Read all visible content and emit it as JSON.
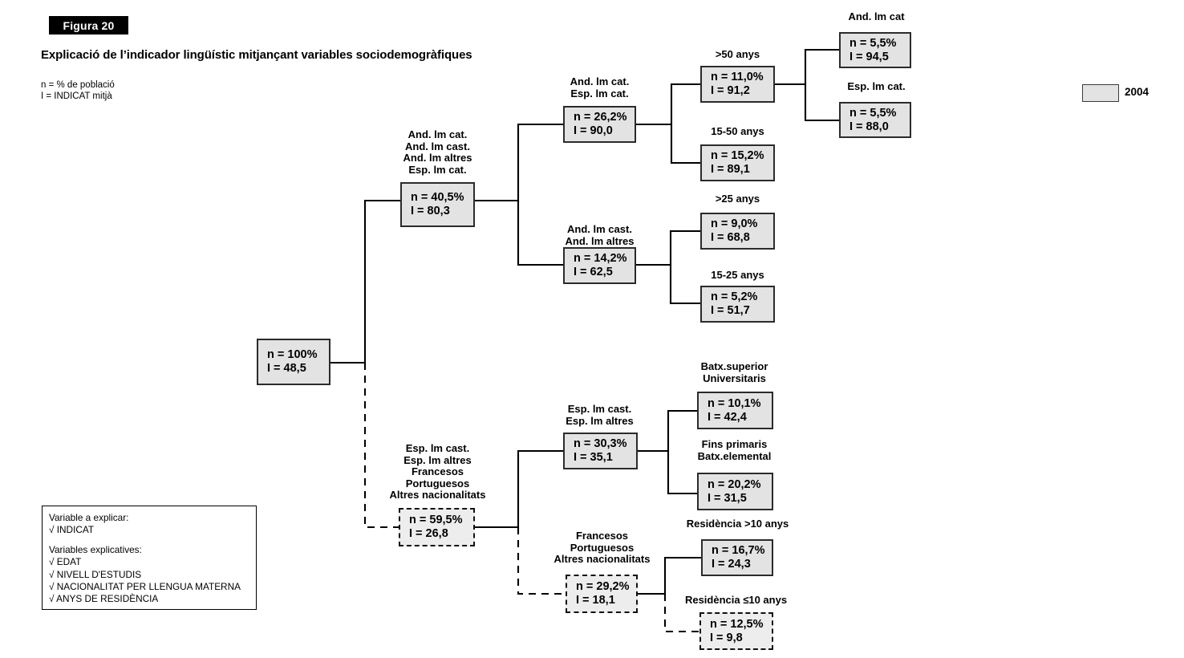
{
  "header": {
    "figure_tag": "Figura 20",
    "title": "Explicació de l’indicador lingüístic mitjançant variables sociodemogràfiques",
    "note_line1": "n = % de població",
    "note_line2": "I = INDICAT mitjà"
  },
  "year_key": {
    "label": "2004",
    "swatch_color": "#e3e3e3"
  },
  "variables_box": {
    "target_heading": "Variable a explicar:",
    "target_items": [
      "√ INDICAT"
    ],
    "explanatory_heading": "Variables explicatives:",
    "explanatory_items": [
      "√ EDAT",
      "√ NIVELL D'ESTUDIS",
      "√ NACIONALITAT PER LLENGUA MATERNA",
      "√ ANYS DE RESIDÈNCIA"
    ]
  },
  "chart_data": {
    "type": "diagram",
    "title": "Explicació de l’indicador lingüístic mitjançant variables sociodemogràfiques",
    "nodes": [
      {
        "id": "root",
        "label": "",
        "n": "n = 100%",
        "i": "I = 48,5",
        "style": "solid"
      },
      {
        "id": "a",
        "label": "And. lm cat.\nAnd. lm cast.\nAnd. lm altres\nEsp. lm cat.",
        "n": "n = 40,5%",
        "i": "I = 80,3",
        "style": "solid"
      },
      {
        "id": "a1",
        "label": "And. lm cat.\nEsp. lm cat.",
        "n": "n = 26,2%",
        "i": "I = 90,0",
        "style": "solid"
      },
      {
        "id": "a1a",
        "label": ">50 anys",
        "n": "n = 11,0%",
        "i": "I = 91,2",
        "style": "solid"
      },
      {
        "id": "a1a1",
        "label": "And. lm cat",
        "n": "n = 5,5%",
        "i": "I = 94,5",
        "style": "solid"
      },
      {
        "id": "a1a2",
        "label": "Esp. lm cat.",
        "n": "n = 5,5%",
        "i": "I = 88,0",
        "style": "solid"
      },
      {
        "id": "a1b",
        "label": "15-50 anys",
        "n": "n = 15,2%",
        "i": "I = 89,1",
        "style": "solid"
      },
      {
        "id": "a2",
        "label": "And. lm cast.\nAnd. lm altres",
        "n": "n = 14,2%",
        "i": "I = 62,5",
        "style": "solid"
      },
      {
        "id": "a2a",
        "label": ">25 anys",
        "n": "n = 9,0%",
        "i": "I = 68,8",
        "style": "solid"
      },
      {
        "id": "a2b",
        "label": "15-25 anys",
        "n": "n = 5,2%",
        "i": "I = 51,7",
        "style": "solid"
      },
      {
        "id": "b",
        "label": "Esp. lm cast.\nEsp. lm altres\nFrancesos\nPortuguesos\nAltres nacionalitats",
        "n": "n = 59,5%",
        "i": "I = 26,8",
        "style": "dashed"
      },
      {
        "id": "b1",
        "label": "Esp. lm cast.\nEsp. lm altres",
        "n": "n = 30,3%",
        "i": "I = 35,1",
        "style": "solid"
      },
      {
        "id": "b1a",
        "label": "Batx.superior\nUniversitaris",
        "n": "n = 10,1%",
        "i": "I = 42,4",
        "style": "solid"
      },
      {
        "id": "b1b",
        "label": "Fins primaris\nBatx.elemental",
        "n": "n = 20,2%",
        "i": "I = 31,5",
        "style": "solid"
      },
      {
        "id": "b2",
        "label": "Francesos\nPortuguesos\nAltres nacionalitats",
        "n": "n = 29,2%",
        "i": "I = 18,1",
        "style": "dashed"
      },
      {
        "id": "b2a",
        "label": "Residència >10 anys",
        "n": "n = 16,7%",
        "i": "I = 24,3",
        "style": "solid"
      },
      {
        "id": "b2b",
        "label": "Residència ≤10 anys",
        "n": "n = 12,5%",
        "i": "I = 9,8",
        "style": "dashed"
      }
    ],
    "edges": [
      {
        "from": "root",
        "to": "a",
        "style": "solid"
      },
      {
        "from": "root",
        "to": "b",
        "style": "dashed"
      },
      {
        "from": "a",
        "to": "a1",
        "style": "solid"
      },
      {
        "from": "a",
        "to": "a2",
        "style": "solid"
      },
      {
        "from": "a1",
        "to": "a1a",
        "style": "solid"
      },
      {
        "from": "a1",
        "to": "a1b",
        "style": "solid"
      },
      {
        "from": "a1a",
        "to": "a1a1",
        "style": "solid"
      },
      {
        "from": "a1a",
        "to": "a1a2",
        "style": "solid"
      },
      {
        "from": "a2",
        "to": "a2a",
        "style": "solid"
      },
      {
        "from": "a2",
        "to": "a2b",
        "style": "solid"
      },
      {
        "from": "b",
        "to": "b1",
        "style": "solid"
      },
      {
        "from": "b",
        "to": "b2",
        "style": "dashed"
      },
      {
        "from": "b1",
        "to": "b1a",
        "style": "solid"
      },
      {
        "from": "b1",
        "to": "b1b",
        "style": "solid"
      },
      {
        "from": "b2",
        "to": "b2a",
        "style": "solid"
      },
      {
        "from": "b2",
        "to": "b2b",
        "style": "dashed"
      }
    ],
    "legend": {
      "n_meaning": "n = % de població",
      "i_meaning": "I = INDICAT mitjà",
      "year": "2004"
    }
  }
}
